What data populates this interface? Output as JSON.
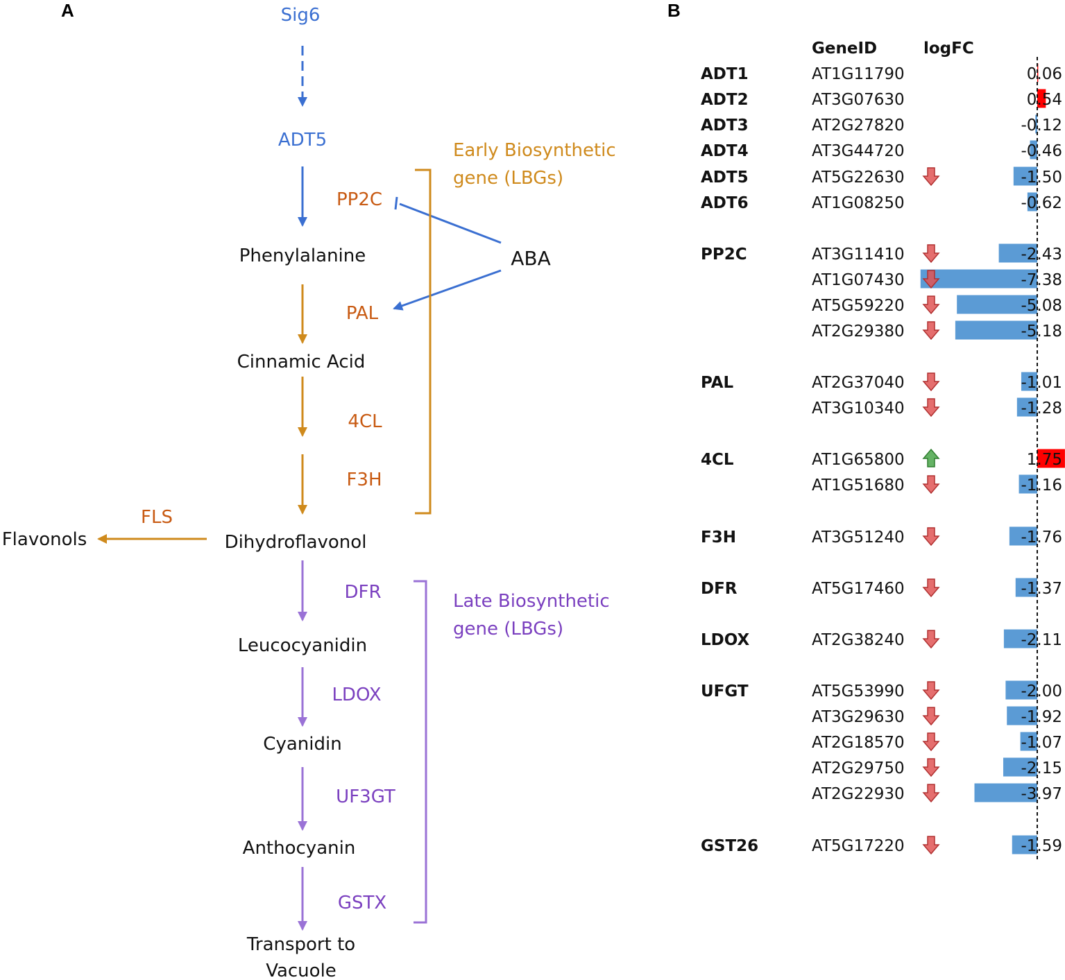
{
  "panels": {
    "a": "A",
    "b": "B"
  },
  "colors": {
    "blue": "#3a6fd1",
    "orange": "#c85a12",
    "gold": "#cf8a1c",
    "purple": "#7a3fbf",
    "bar_negative": "#5b9bd5",
    "bar_positive": "#ff0000",
    "arrow_down": "#e05555",
    "arrow_up": "#4aa64a"
  },
  "pathway": {
    "sig6": "Sig6",
    "adt5": "ADT5",
    "pp2c": "PP2C",
    "phenylalanine": "Phenylalanine",
    "aba": "ABA",
    "pal": "PAL",
    "cinnamic_acid": "Cinnamic Acid",
    "cl4": "4CL",
    "f3h": "F3H",
    "dihydroflavonol": "Dihydroflavonol",
    "fls": "FLS",
    "flavonols": "Flavonols",
    "dfr": "DFR",
    "leucocyanidin": "Leucocyanidin",
    "ldox": "LDOX",
    "cyanidin": "Cyanidin",
    "uf3gt": "UF3GT",
    "anthocyanin": "Anthocyanin",
    "gstx": "GSTX",
    "transport_line1": "Transport to",
    "transport_line2": "Vacuole",
    "early_line1": "Early Biosynthetic",
    "early_line2": "gene (LBGs)",
    "late_line1": "Late Biosynthetic",
    "late_line2": "gene (LBGs)"
  },
  "table": {
    "header_geneid": "GeneID",
    "header_logfc": "logFC",
    "rows": [
      {
        "gene": "ADT1",
        "id": "AT1G11790",
        "arrow": "",
        "value": 0.06,
        "label": "0.06"
      },
      {
        "gene": "ADT2",
        "id": "AT3G07630",
        "arrow": "",
        "value": 0.54,
        "label": "0.54"
      },
      {
        "gene": "ADT3",
        "id": "AT2G27820",
        "arrow": "",
        "value": -0.12,
        "label": "-0.12"
      },
      {
        "gene": "ADT4",
        "id": "AT3G44720",
        "arrow": "",
        "value": -0.46,
        "label": "-0.46"
      },
      {
        "gene": "ADT5",
        "id": "AT5G22630",
        "arrow": "down",
        "value": -1.5,
        "label": "-1.50"
      },
      {
        "gene": "ADT6",
        "id": "AT1G08250",
        "arrow": "",
        "value": -0.62,
        "label": "-0.62"
      },
      {
        "gene": "PP2C",
        "id": "AT3G11410",
        "arrow": "down",
        "value": -2.43,
        "label": "-2.43"
      },
      {
        "gene": "",
        "id": "AT1G07430",
        "arrow": "down",
        "value": -7.38,
        "label": "-7.38"
      },
      {
        "gene": "",
        "id": "AT5G59220",
        "arrow": "down",
        "value": -5.08,
        "label": "-5.08"
      },
      {
        "gene": "",
        "id": "AT2G29380",
        "arrow": "down",
        "value": -5.18,
        "label": "-5.18"
      },
      {
        "gene": "PAL",
        "id": "AT2G37040",
        "arrow": "down",
        "value": -1.01,
        "label": "-1.01"
      },
      {
        "gene": "",
        "id": "AT3G10340",
        "arrow": "down",
        "value": -1.28,
        "label": "-1.28"
      },
      {
        "gene": "4CL",
        "id": "AT1G65800",
        "arrow": "up",
        "value": 1.75,
        "label": "1.75"
      },
      {
        "gene": "",
        "id": "AT1G51680",
        "arrow": "down",
        "value": -1.16,
        "label": "-1.16"
      },
      {
        "gene": "F3H",
        "id": "AT3G51240",
        "arrow": "down",
        "value": -1.76,
        "label": "-1.76"
      },
      {
        "gene": "DFR",
        "id": "AT5G17460",
        "arrow": "down",
        "value": -1.37,
        "label": "-1.37"
      },
      {
        "gene": "LDOX",
        "id": "AT2G38240",
        "arrow": "down",
        "value": -2.11,
        "label": "-2.11"
      },
      {
        "gene": "UFGT",
        "id": "AT5G53990",
        "arrow": "down",
        "value": -2.0,
        "label": "-2.00"
      },
      {
        "gene": "",
        "id": "AT3G29630",
        "arrow": "down",
        "value": -1.92,
        "label": "-1.92"
      },
      {
        "gene": "",
        "id": "AT2G18570",
        "arrow": "down",
        "value": -1.07,
        "label": "-1.07"
      },
      {
        "gene": "",
        "id": "AT2G29750",
        "arrow": "down",
        "value": -2.15,
        "label": "-2.15"
      },
      {
        "gene": "",
        "id": "AT2G22930",
        "arrow": "down",
        "value": -3.97,
        "label": "-3.97"
      },
      {
        "gene": "GST26",
        "id": "AT5G17220",
        "arrow": "down",
        "value": -1.59,
        "label": "-1.59"
      }
    ]
  }
}
